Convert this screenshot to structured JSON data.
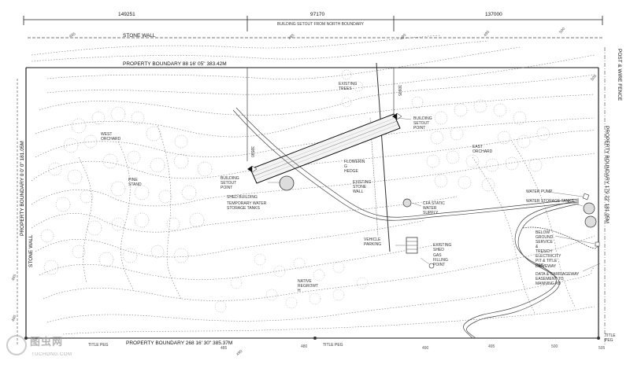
{
  "dimensions": {
    "d1": "149251",
    "d2": "97170",
    "d3": "137000",
    "setout_caption": "BUILDING SETOUT FROM NORTH BOUNDARY",
    "d_vert_a": "39590",
    "d_vert_b": "30905"
  },
  "boundaries": {
    "stone_wall_top": "STONE WALL",
    "north": "PROPERTY BOUNDARY  88 16' 05\"  383.42m",
    "south": "PROPERTY BOUNDARY  268 16' 30\"  385.37m",
    "west": "PROPERTY BOUNDARY  0 0' 0\"  181.05m",
    "east": "PROPERTY BOUNDARY  179 22'  181.05m",
    "stone_wall_left": "STONE WALL",
    "post_fence": "POST & WIRE FENCE"
  },
  "labels": {
    "west_orchard": "WEST\nORCHARD",
    "pine_stand": "PINE\nSTAND",
    "existing_trees": "EXISTING\nTREES",
    "building_setout_right": "BUILDING\nSETOUT\nPOINT",
    "building_setout_left": "BUILDING\nSETOUT\nPOINT",
    "east_orchard": "EAST\nORCHARD",
    "flowering_hedge": "FLOWERIN\nG\nHEDGE",
    "shed_building": "SHED BUILDING",
    "temp_water": "TEMPORARY WATER\nSTORAGE TANKS",
    "existing_stone_wall": "EXISTING\nSTONE\nWALL",
    "cfa_water": "CFA STATIC\nWATER\nSUPPLY",
    "water_pump": "WATER PUMP",
    "water_tanks": "WATER STORAGE TANKS",
    "vehicle_parking": "VEHICLE\nPARKING",
    "existing_shed": "EXISTING\nSHED",
    "gas_filling": "GAS\nFILLING\nPOINT",
    "below_ground": "BELOW\nGROUND\nSERVICE\n&\nTRENCH\nELECTRICITY\nPIT & TITLE\nPEG",
    "driveway": "DRIVEWAY",
    "easement": "DATA & CARRIAGEWAY\nEASEMENT TO\nMANNING RD",
    "native_regrowth": "NATIVE\nREGROWT\nH",
    "title_peg_1": "TITLE PEG",
    "title_peg_2": "TITLE PEG",
    "title_peg_3": "TITLE\nPEG"
  },
  "contours": {
    "c485a": "485",
    "c485b": "485",
    "c490a": "490",
    "c495a": "495",
    "c500a": "500",
    "c505a": "505",
    "c490b": "490",
    "c480": "480",
    "c485c": "485",
    "c490c": "490",
    "c495c": "495",
    "c500c": "500",
    "c505c": "505",
    "c480l": "480",
    "c485l": "485"
  },
  "watermark": {
    "main": "图虫网",
    "sub": "TUCHONG.COM"
  }
}
